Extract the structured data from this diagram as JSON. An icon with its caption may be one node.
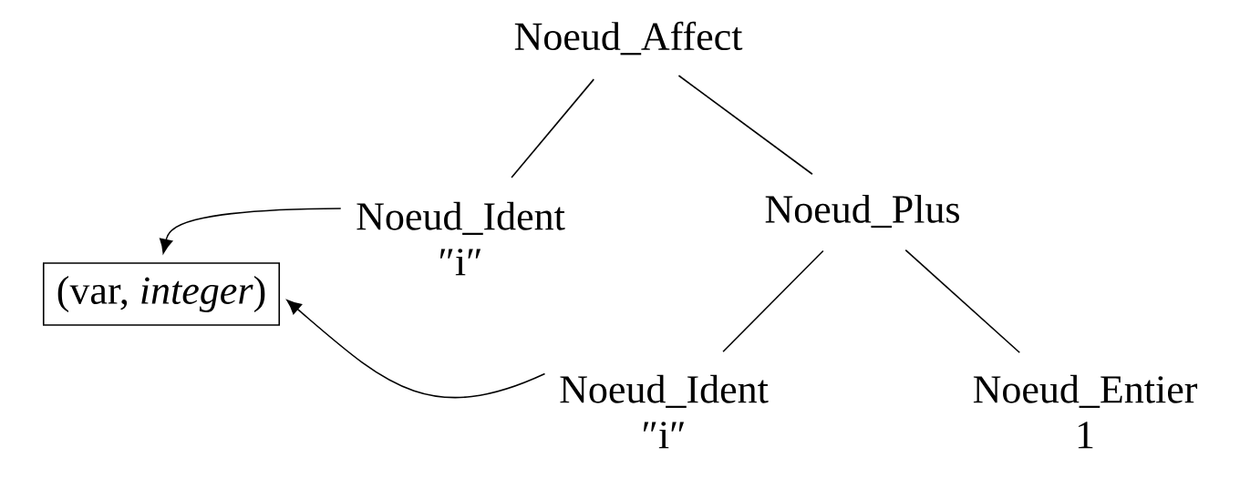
{
  "diagram": {
    "nodes": [
      {
        "text": [
          "Noeud_Affect"
        ]
      },
      {
        "text": [
          "Noeud_Ident",
          "″i″"
        ]
      },
      {
        "text": [
          "Noeud_Plus"
        ]
      },
      {
        "text": [
          "(var, *integer*)"
        ]
      },
      {
        "text": [
          "Noeud_Ident",
          "″i″"
        ]
      },
      {
        "text": [
          "Noeud_Entier",
          "1"
        ]
      }
    ],
    "edges": [
      {
        "from": 0,
        "to": 1,
        "arrow": "none"
      },
      {
        "from": 0,
        "to": 2,
        "arrow": "none"
      },
      {
        "from": 2,
        "to": 4,
        "arrow": "none"
      },
      {
        "from": 2,
        "to": 5,
        "arrow": "none"
      },
      {
        "from": 1,
        "to": 3,
        "arrow": "to"
      },
      {
        "from": 4,
        "to": 3,
        "arrow": "to"
      }
    ]
  }
}
